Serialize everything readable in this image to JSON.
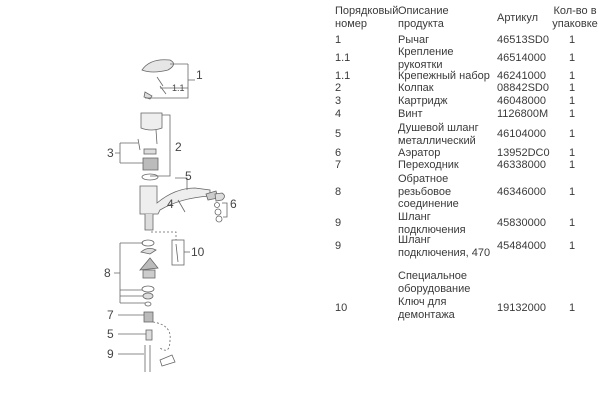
{
  "diagram": {
    "callouts": [
      "1",
      "1.1",
      "2",
      "3",
      "5",
      "4",
      "6",
      "10",
      "8",
      "7",
      "5",
      "9"
    ]
  },
  "table": {
    "headers": {
      "number": [
        "Порядковый",
        "номер"
      ],
      "description": [
        "Описание",
        "продукта"
      ],
      "article": "Артикул",
      "quantity": [
        "Кол-во в",
        "упаковке"
      ]
    },
    "rows": [
      {
        "number": "1",
        "description": [
          "Рычаг"
        ],
        "article": "46513SD0",
        "quantity": "1"
      },
      {
        "number": "1.1",
        "description": [
          "Крепление",
          "рукоятки"
        ],
        "article": "46514000",
        "quantity": "1"
      },
      {
        "number": "1.1",
        "description": [
          "Крепежный набор"
        ],
        "article": "46241000",
        "quantity": "1"
      },
      {
        "number": "2",
        "description": [
          "Колпак"
        ],
        "article": "08842SD0",
        "quantity": "1"
      },
      {
        "number": "3",
        "description": [
          "Картридж"
        ],
        "article": "46048000",
        "quantity": "1"
      },
      {
        "number": "4",
        "description": [
          "Винт"
        ],
        "article": "1126800M",
        "quantity": "1"
      },
      {
        "number": "5",
        "description": [
          "Душевой шланг",
          "металлический"
        ],
        "article": "46104000",
        "quantity": "1"
      },
      {
        "number": "6",
        "description": [
          "Аэратор"
        ],
        "article": "13952DC0",
        "quantity": "1"
      },
      {
        "number": "7",
        "description": [
          "Переходник"
        ],
        "article": "46338000",
        "quantity": "1"
      },
      {
        "number": "8",
        "description": [
          "Обратное",
          "резьбовое",
          "соединение"
        ],
        "article": "46346000",
        "quantity": "1"
      },
      {
        "number": "9",
        "description": [
          "Шланг",
          "подключения"
        ],
        "article": "45830000",
        "quantity": "1"
      },
      {
        "number": "9",
        "description": [
          "Шланг",
          "подключения, 470"
        ],
        "article": "45484000",
        "quantity": "1"
      }
    ],
    "section_title": [
      "Специальное",
      "оборудование"
    ],
    "special_rows": [
      {
        "number": "10",
        "description": [
          "Ключ для",
          "демонтажа"
        ],
        "article": "19132000",
        "quantity": "1"
      }
    ]
  }
}
